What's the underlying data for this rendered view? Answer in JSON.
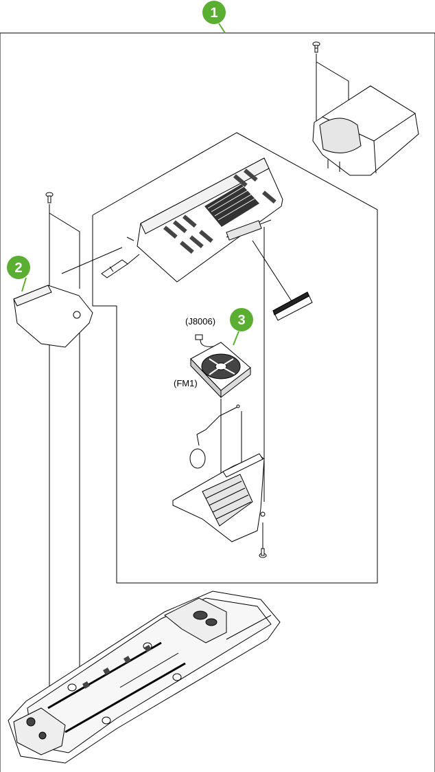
{
  "colors": {
    "callout": "#5aae32",
    "line": "#000000",
    "part_fill": "#ffffff",
    "shade": "#d9d9d9",
    "dark": "#222222"
  },
  "callouts": {
    "c1": "1",
    "c2": "2",
    "c3": "3"
  },
  "labels": {
    "connector": "(J8006)",
    "fan": "(FM1)"
  }
}
